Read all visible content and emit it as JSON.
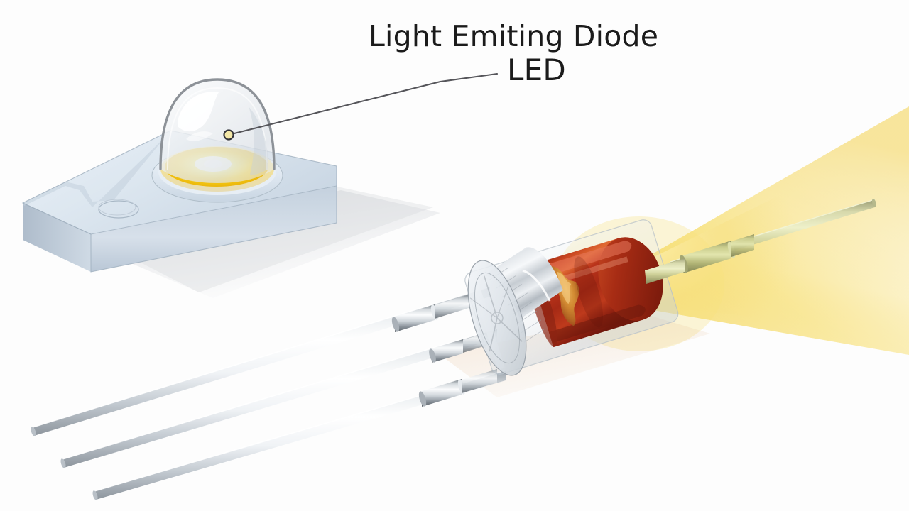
{
  "scene": {
    "title": "Light Emitting Diode illustration",
    "background_color": "#fdfdfd"
  },
  "annotations": {
    "full_name": "Light Emiting Diode",
    "abbreviation": "LED",
    "leader_line": {
      "name": "leader-line",
      "color": "#55555a",
      "marker_shape": "circle",
      "marker_point": "322,190",
      "elbow_point": "620,115",
      "end_point": "700,104"
    }
  },
  "smd_led": {
    "name": "surface-mount-led",
    "substrate_color": "#ccd7e2",
    "substrate_top_color": "#e4ecf4",
    "substrate_edge_color": "#aebccb",
    "dome_color": "#e9ecef",
    "dome_outline_color": "#8d9298",
    "phosphor_color": "#f5c400",
    "phosphor_hot_color": "#fffde8",
    "phosphor_rim_color": "#f0e3a0",
    "marking_label": "alignment-circle"
  },
  "through_hole_led": {
    "name": "through-hole-led",
    "body_color": "#b0281a",
    "body_highlight_color": "#e8705a",
    "body_dark_color": "#7a1c10",
    "crystal_color": "#d58a2a",
    "flange_color": "#e6e9ec",
    "flange_shadow_color": "#9aa1a8",
    "glass_color": "#e9eef2",
    "lead_color": "#d9dde1",
    "lead_highlight_color": "#ffffff",
    "lead_dark_color": "#8d959d",
    "lead_count": 3,
    "anode_rod_color": "#c2c49a"
  },
  "light_beam": {
    "name": "light-beam",
    "core_color": "#f7df73",
    "mid_color": "#fbeaa6",
    "edge_color": "#fdf7dd",
    "origin": "905,395",
    "direction": "upper-right"
  },
  "shadow": {
    "name": "ground-shadow",
    "color": "#dcdee2"
  }
}
